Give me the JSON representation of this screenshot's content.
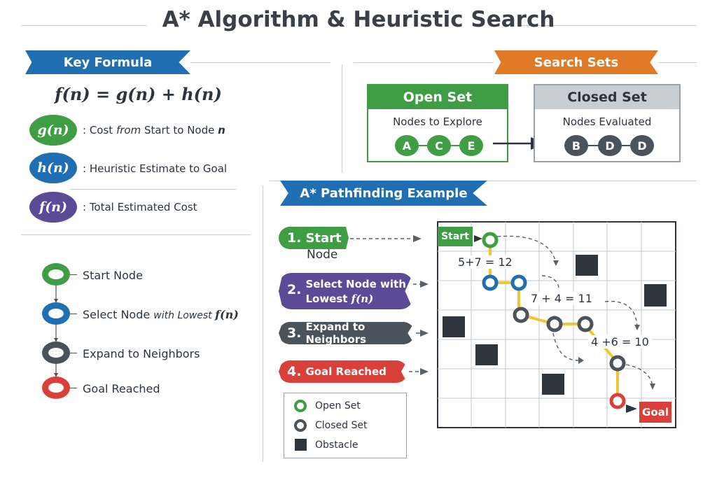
{
  "title": "A* Algorithm & Heuristic Search",
  "key_formula": {
    "banner": "Key Formula",
    "formula": "f(n) = g(n) + h(n)",
    "terms": [
      {
        "symbol": "g(n)",
        "color": "#3f9e44",
        "desc_prefix": ": Cost ",
        "desc_em": "from",
        "desc_suffix": " Start to Node ",
        "desc_var": "n"
      },
      {
        "symbol": "h(n)",
        "color": "#1f6fb2",
        "desc": ": Heuristic Estimate to Goal"
      },
      {
        "symbol": "f(n)",
        "color": "#5b4a95",
        "desc": ": Total Estimated Cost"
      }
    ]
  },
  "flow_legend": [
    {
      "label": "Start Node",
      "color": "#3f9e44"
    },
    {
      "label_main": "Select Node ",
      "label_em": "with Lowest ",
      "label_var": "f(n)",
      "color": "#1f6fb2"
    },
    {
      "label": "Expand to Neighbors",
      "color": "#4a535c"
    },
    {
      "label": "Goal Reached",
      "color": "#d9403a"
    }
  ],
  "search_sets": {
    "banner": "Search Sets",
    "open": {
      "title": "Open Set",
      "subtitle": "Nodes to Explore",
      "nodes": [
        "A",
        "C",
        "E"
      ],
      "color": "#3f9e44"
    },
    "closed": {
      "title": "Closed Set",
      "subtitle": "Nodes Evaluated",
      "nodes": [
        "B",
        "D",
        "D"
      ],
      "color": "#4a535c"
    }
  },
  "example": {
    "banner": "A* Pathfinding Example",
    "steps": [
      {
        "num": "1.",
        "text": "Start",
        "text2": "Node"
      },
      {
        "num": "2.",
        "text": "Select Node with",
        "text2": "Lowest ",
        "text2_var": "f(n)"
      },
      {
        "num": "3.",
        "text": "Expand to Neighbors"
      },
      {
        "num": "4.",
        "text": "Goal Reached"
      }
    ],
    "grid_labels": {
      "start": "Start",
      "goal": "Goal"
    },
    "calculations": [
      "5+7 = 12",
      "7 + 4 = 11",
      "4 +6 = 10"
    ],
    "legend": [
      {
        "label": "Open Set",
        "icon": "open-ring-icon"
      },
      {
        "label": "Closed Set",
        "icon": "closed-ring-icon"
      },
      {
        "label": "Obstacle",
        "icon": "obstacle-square-icon"
      }
    ]
  }
}
